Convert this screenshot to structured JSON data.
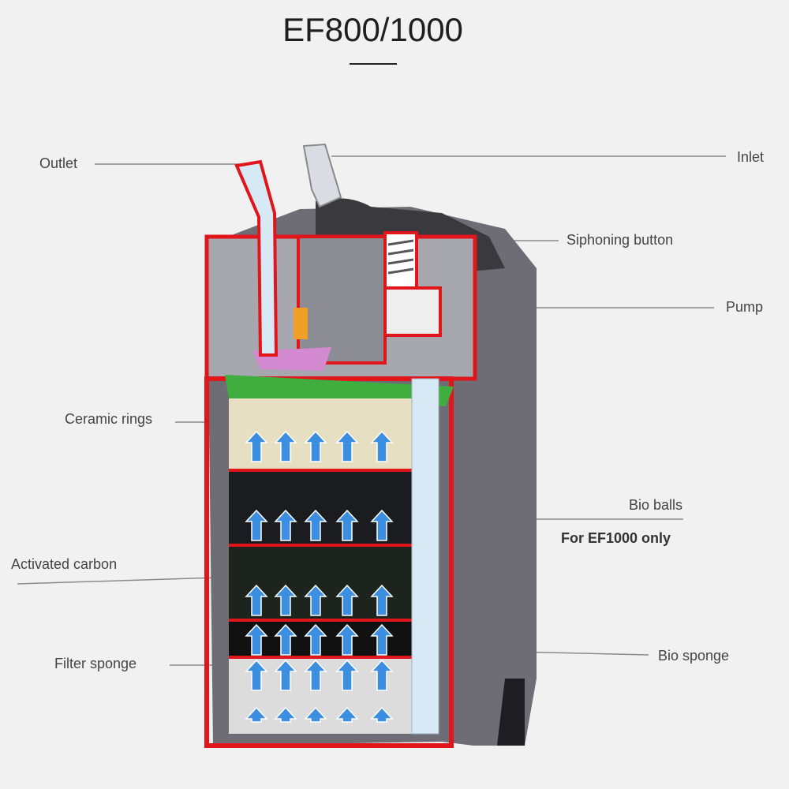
{
  "title": "EF800/1000",
  "labels": {
    "outlet": "Outlet",
    "inlet": "Inlet",
    "siphoning_button": "Siphoning button",
    "pump": "Pump",
    "ceramic_rings": "Ceramic rings",
    "bio_balls": "Bio balls",
    "bio_balls_note": "For EF1000 only",
    "activated_carbon": "Activated carbon",
    "filter_sponge": "Filter sponge",
    "bio_sponge": "Bio sponge"
  },
  "colors": {
    "housing": "#6e6d75",
    "outline": "#e0161b",
    "water": "#3b8ee0",
    "ceramic": "#e6dfc2",
    "green": "#3fae3f"
  }
}
